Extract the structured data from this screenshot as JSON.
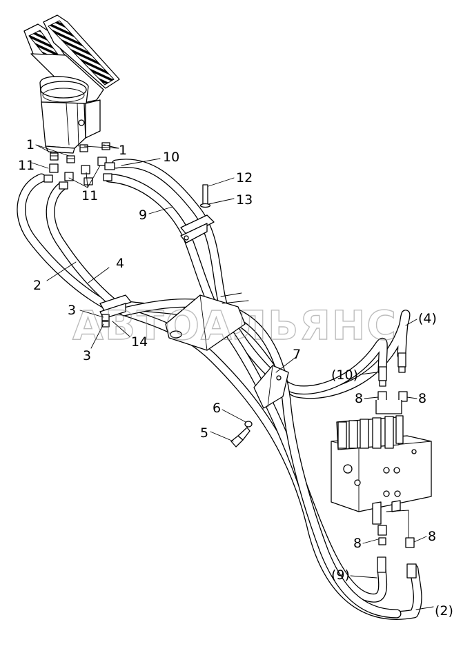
{
  "watermark": "АВТОАЛЬЯНС",
  "callouts": {
    "c1a": "1",
    "c1b": "1",
    "c2": "2",
    "c3a": "3",
    "c3b": "3",
    "c4": "4",
    "c5": "5",
    "c6": "6",
    "c7": "7",
    "c8a": "8",
    "c8b": "8",
    "c8c": "8",
    "c8d": "8",
    "c9": "9",
    "c10": "10",
    "c11a": "11",
    "c11b": "11",
    "c12": "12",
    "c13": "13",
    "c14": "14",
    "p4": "(4)",
    "p10": "(10)",
    "p9": "(9)",
    "p2": "(2)"
  }
}
